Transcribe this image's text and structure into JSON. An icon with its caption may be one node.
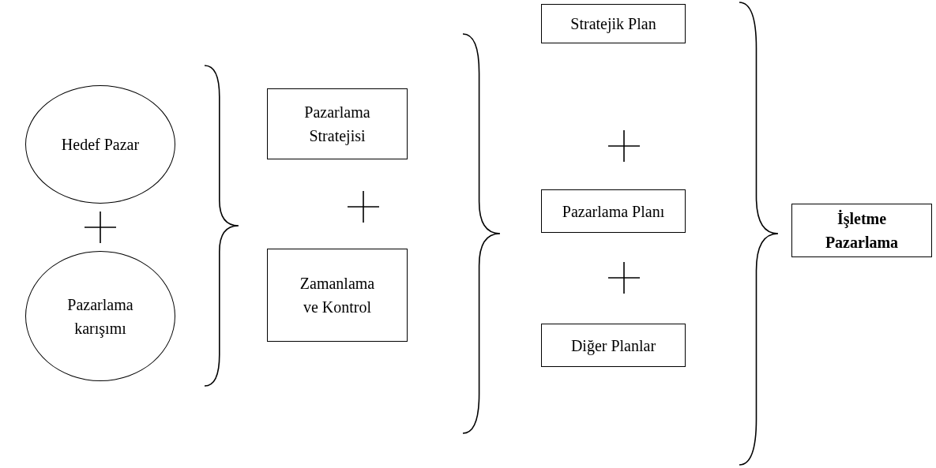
{
  "diagram": {
    "nodes": [
      {
        "text": [
          "Hedef Pazar"
        ]
      },
      {
        "text": [
          "Pazarlama karışımı"
        ]
      },
      {
        "text": [
          "Pazarlama Stratejisi"
        ]
      },
      {
        "text": [
          "Zamanlama ve Kontrol"
        ]
      },
      {
        "text": [
          "Stratejik Plan"
        ]
      },
      {
        "text": [
          "Pazarlama Planı"
        ]
      },
      {
        "text": [
          "Diğer Planlar"
        ]
      },
      {
        "text": [
          "İşletme Pazarlama"
        ]
      }
    ]
  }
}
